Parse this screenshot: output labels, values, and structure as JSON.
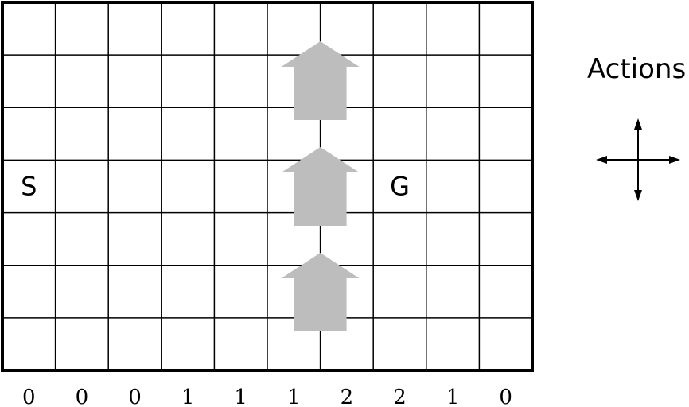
{
  "grid": {
    "columns": 10,
    "rows": 7,
    "start": {
      "label": "S",
      "row": 3,
      "col": 0
    },
    "goal": {
      "label": "G",
      "row": 3,
      "col": 7
    }
  },
  "wind": {
    "strengths": [
      "0",
      "0",
      "0",
      "1",
      "1",
      "1",
      "2",
      "2",
      "1",
      "0"
    ],
    "arrows_column_boundary": 6,
    "arrow_color": "#bdbdbd"
  },
  "actions": {
    "title": "Actions",
    "directions": [
      "up",
      "down",
      "left",
      "right"
    ]
  }
}
